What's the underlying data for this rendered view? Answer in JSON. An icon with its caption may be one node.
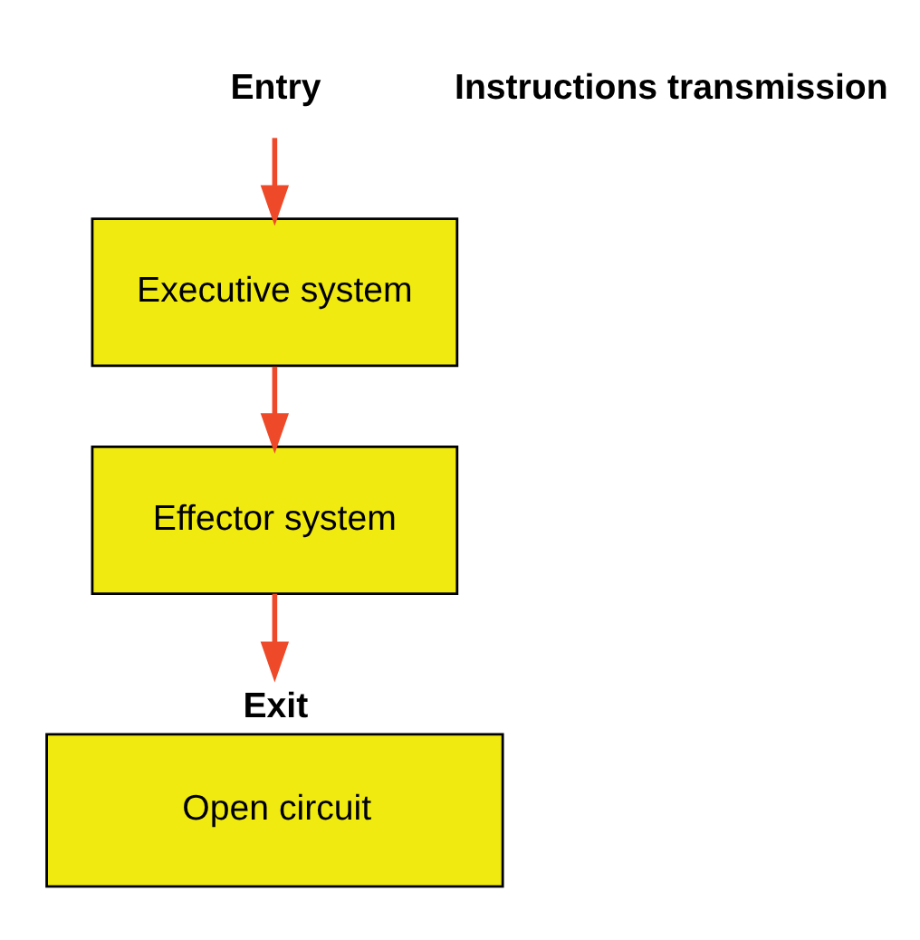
{
  "diagram": {
    "nodes": [
      {
        "text": [
          "Entry"
        ]
      },
      {
        "text": [
          "Executive system"
        ]
      },
      {
        "text": [
          "Effector system"
        ]
      },
      {
        "text": [
          "Exit",
          "Open circuit"
        ]
      }
    ],
    "edges": [
      {
        "from": 0,
        "to": 1,
        "arrow": "to"
      },
      {
        "from": 1,
        "to": 2,
        "arrow": "to"
      },
      {
        "from": 2,
        "to": 3,
        "arrow": "to"
      }
    ],
    "labels": [
      "Instructions transmission"
    ]
  }
}
